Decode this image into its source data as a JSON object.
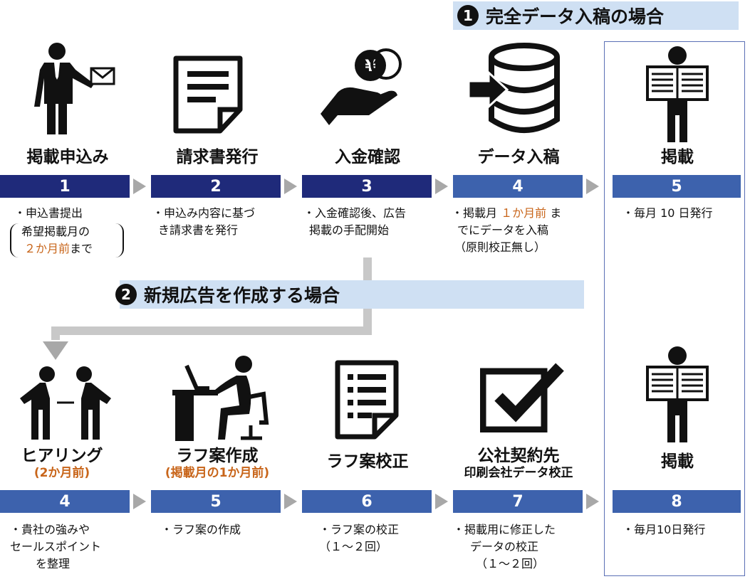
{
  "section1": {
    "number": "1",
    "title": "完全データ入稿の場合"
  },
  "section2": {
    "number": "2",
    "title": "新規広告を作成する場合"
  },
  "flow1": [
    {
      "number": "1",
      "title": "掲載申込み",
      "desc": [
        "・申込書提出",
        "希望掲載月の",
        "２か月前まで"
      ]
    },
    {
      "number": "2",
      "title": "請求書発行",
      "desc": [
        "・申込み内容に基づ",
        "き請求書を発行"
      ]
    },
    {
      "number": "3",
      "title": "入金確認",
      "desc": [
        "・入金確認後、広告",
        "掲載の手配開始"
      ]
    },
    {
      "number": "4",
      "title": "データ入稿",
      "desc": [
        "・掲載月 １か月前 ま",
        "でにデータを入稿",
        "（原則校正無し）"
      ]
    },
    {
      "number": "5",
      "title": "掲載",
      "desc": [
        "・毎月 10 日発行"
      ]
    }
  ],
  "flow2": [
    {
      "number": "4",
      "title": "ヒアリング",
      "sub": "(2か月前)",
      "desc": [
        "・貴社の強みや",
        "セールスポイント",
        "を整理"
      ]
    },
    {
      "number": "5",
      "title": "ラフ案作成",
      "sub": "(掲載月の1か月前)",
      "desc": [
        "・ラフ案の作成"
      ]
    },
    {
      "number": "6",
      "title": "ラフ案校正",
      "desc": [
        "・ラフ案の校正",
        "（１～２回）"
      ]
    },
    {
      "number": "7",
      "title": "公社契約先",
      "sub": "印刷会社データ校正",
      "desc": [
        "・掲載用に修正した",
        "データの校正",
        "（１～２回）"
      ]
    },
    {
      "number": "8",
      "title": "掲載",
      "desc": [
        "・毎月10日発行"
      ]
    }
  ],
  "highlights": {
    "two_months_before": "２か月前",
    "one_month_before": "１か月前"
  },
  "icons": {
    "f1": [
      "businessman-letter-icon",
      "invoice-icon",
      "hand-coin-icon",
      "database-input-icon",
      "newspaper-reader-icon"
    ],
    "f2": [
      "bowing-people-icon",
      "desk-worker-icon",
      "checklist-icon",
      "checkbox-check-icon",
      "newspaper-reader-icon"
    ]
  },
  "colors": {
    "dark_bar": "#1f2a7a",
    "mid_bar": "#3d62ad",
    "banner": "#cfe0f3",
    "highlight": "#c8651a",
    "arrow": "#a8a8a8"
  }
}
